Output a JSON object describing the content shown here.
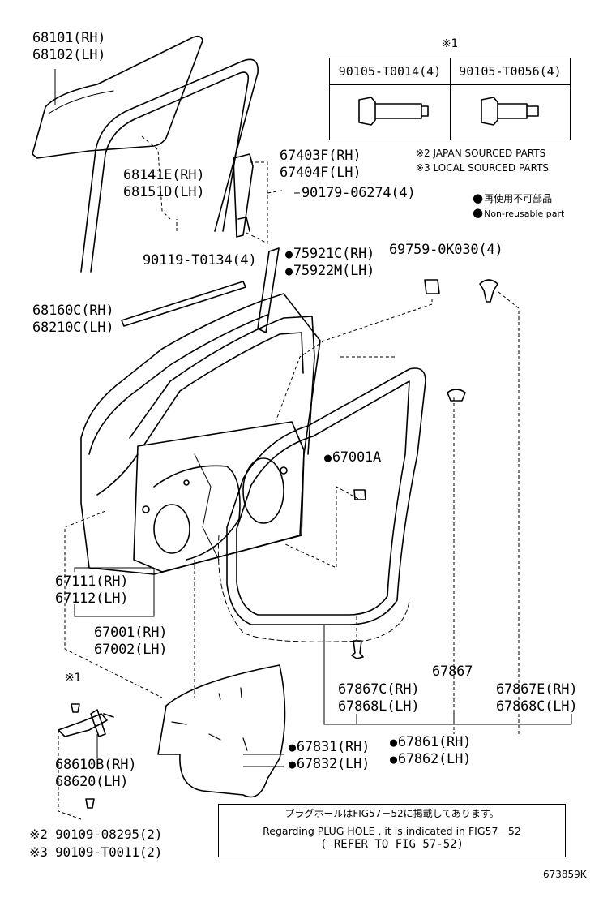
{
  "labels": {
    "window_glass": [
      "68101(RH)",
      "68102(LH)"
    ],
    "run_channel": [
      "68141E(RH)",
      "68151D(LH)"
    ],
    "bolt_90119": "90119-T0134(4)",
    "rear_sash": [
      "67403F(RH)",
      "67404F(LH)"
    ],
    "nut_90179": "90179-06274(4)",
    "moulding": [
      "75921C(RH)",
      "75922M(LH)"
    ],
    "clip_69759": "69759-0K030(4)",
    "belt_weatherstrip": [
      "68160C(RH)",
      "68210C(LH)"
    ],
    "door_hole_plug": "67001A",
    "door_panel_sub": [
      "67111(RH)",
      "67112(LH)"
    ],
    "door_panel": [
      "67001(RH)",
      "67002(LH)"
    ],
    "weatherstrip": "67867",
    "clip_left": [
      "67867C(RH)",
      "67868L(LH)"
    ],
    "clip_right": [
      "67867E(RH)",
      "67868C(LH)"
    ],
    "service_hole_cover": [
      "67831(RH)",
      "67832(LH)"
    ],
    "door_weatherstrip": [
      "67861(RH)",
      "67862(LH)"
    ],
    "hinge": [
      "68610B(RH)",
      "68620(LH)"
    ],
    "hinge_mark": "※1",
    "bolt_japan": "※2 90109-08295(2)",
    "bolt_local": "※3 90109-T0011(2)",
    "diagram_id": "673859K"
  },
  "bolt_table": {
    "mark": "※1",
    "col1": "90105-T0014(4)",
    "col2": "90105-T0056(4)"
  },
  "legend": {
    "japan_sourced": "※2 JAPAN SOURCED PARTS",
    "local_sourced": "※3 LOCAL SOURCED PARTS",
    "non_reusable_jp": "再使用不可部品",
    "non_reusable_en": "Non-reusable part"
  },
  "note": {
    "line_jp": "プラグホールはFIG57－52に掲載してあります。",
    "line_en": "Regarding  PLUG HOLE , it is indicated in FIG57－52",
    "line_ref": "( REFER TO FIG 57-52)"
  }
}
